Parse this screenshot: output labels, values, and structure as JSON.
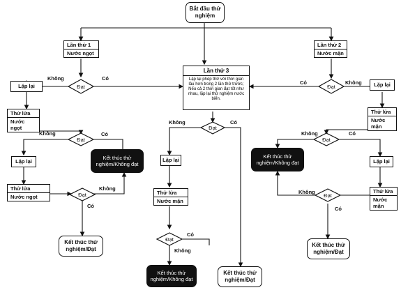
{
  "start": "Bắt đầu thử nghiệm",
  "round1": {
    "title": "Lần thử 1",
    "sub": "Nước ngọt"
  },
  "round2": {
    "title": "Lần thử 2",
    "sub": "Nước mặn"
  },
  "round3": {
    "title": "Lần thử 3",
    "body": "Lặp lại phép thử với thời gian lâu hơn trong 2 lần thử trước; Nếu cả 2 thời gian đạt tốt như nhau, lặp lại thử nghiệm nước biển."
  },
  "decision": "Đạt",
  "yes": "Có",
  "no": "Không",
  "repeat": "Lặp lại",
  "fire_test": "Thử lửa",
  "fresh": "Nước ngọt",
  "salt": "Nước mặn",
  "end_fail": "Kết thúc thử nghiệm/Không đạt",
  "end_pass": "Kết thúc thử nghiệm/Đạt"
}
